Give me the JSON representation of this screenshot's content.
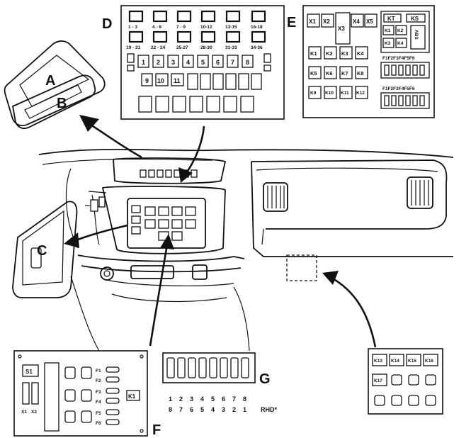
{
  "labels": {
    "A": "A",
    "B": "B",
    "C": "C",
    "D": "D",
    "E": "E",
    "F": "F",
    "G": "G",
    "rhd": "RHD*"
  },
  "panel_d": {
    "ranges_top": [
      "1 - 3",
      "4 - 6",
      "7 - 9",
      "10-12",
      "13-15",
      "16-18"
    ],
    "ranges_bottom": [
      "19 - 21",
      "22 - 24",
      "25-27",
      "28-30",
      "31-33",
      "34-36"
    ],
    "fuses_row1": [
      "1",
      "2",
      "3",
      "4",
      "5",
      "6",
      "7",
      "8"
    ],
    "fuses_row2": [
      "9",
      "10",
      "11"
    ]
  },
  "panel_e": {
    "connectors": [
      "X1",
      "X2",
      "X3",
      "X4",
      "X5"
    ],
    "kt": "KT",
    "ks": "KS",
    "abs": "ABS",
    "upper_relays": [
      "K1",
      "K2",
      "K3",
      "K4"
    ],
    "relays": [
      "K1",
      "K2",
      "K3",
      "K4",
      "K5",
      "K6",
      "K7",
      "K8",
      "K9",
      "K10",
      "K11",
      "K12"
    ],
    "fuse_strip_1": "F1F2F3F4F5F6",
    "fuse_strip_2": "F1F2F3F4F5F6"
  },
  "panel_f": {
    "s1": "S1",
    "x1": "X1",
    "x2": "X2",
    "fuses": [
      "F1",
      "F2",
      "F3",
      "F4",
      "F5",
      "F6"
    ],
    "k1": "K1"
  },
  "panel_g": {
    "top_numbers": [
      "1",
      "2",
      "3",
      "4",
      "5",
      "6",
      "7",
      "8"
    ],
    "bottom_numbers": [
      "8",
      "7",
      "6",
      "5",
      "4",
      "3",
      "2",
      "1"
    ]
  },
  "panel_k": {
    "relays_top": [
      "K13",
      "K14",
      "K15",
      "K16"
    ],
    "relay_mid": "K17"
  }
}
